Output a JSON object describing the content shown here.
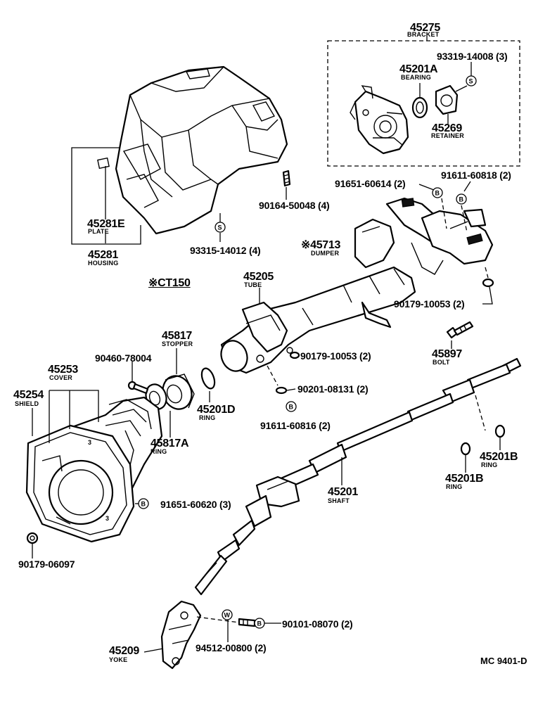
{
  "diagram_code": "MC 9401-D",
  "variant_note": "※CT150",
  "parts": {
    "bracket": {
      "num": "45275",
      "name": "BRACKET"
    },
    "bearing": {
      "num": "45201A",
      "name": "BEARING"
    },
    "bracket_screw": {
      "num": "93319-14008 (3)"
    },
    "retainer": {
      "num": "45269",
      "name": "RETAINER"
    },
    "plate": {
      "num": "45281E",
      "name": "PLATE"
    },
    "housing": {
      "num": "45281",
      "name": "HOUSING"
    },
    "housing_screw_a": {
      "num": "90164-50048 (4)"
    },
    "housing_screw_b": {
      "num": "93315-14012 (4)"
    },
    "bolt_a": {
      "num": "91651-60614 (2)"
    },
    "bolt_b": {
      "num": "91611-60818 (2)"
    },
    "dumper": {
      "num": "※45713",
      "name": "DUMPER"
    },
    "tube": {
      "num": "45205",
      "name": "TUBE"
    },
    "nut_a": {
      "num": "90179-10053 (2)"
    },
    "nut_b": {
      "num": "90179-10053 (2)"
    },
    "bolt_45897": {
      "num": "45897",
      "name": "BOLT"
    },
    "washer": {
      "num": "90201-08131 (2)"
    },
    "bolt_c": {
      "num": "91611-60816 (2)"
    },
    "stopper": {
      "num": "45817",
      "name": "STOPPER"
    },
    "screw_stopper": {
      "num": "90460-78004"
    },
    "cover": {
      "num": "45253",
      "name": "COVER"
    },
    "shield": {
      "num": "45254",
      "name": "SHIELD"
    },
    "ring_d": {
      "num": "45201D",
      "name": "RING"
    },
    "ring_a": {
      "num": "45817A",
      "name": "RING"
    },
    "bolt_shield": {
      "num": "91651-60620 (3)"
    },
    "nut_shield": {
      "num": "90179-06097"
    },
    "ring_b1": {
      "num": "45201B",
      "name": "RING"
    },
    "ring_b2": {
      "num": "45201B",
      "name": "RING"
    },
    "shaft": {
      "num": "45201",
      "name": "SHAFT"
    },
    "yoke_bolt": {
      "num": "90101-08070 (2)"
    },
    "yoke_washer": {
      "num": "94512-00800 (2)"
    },
    "yoke": {
      "num": "45209",
      "name": "YOKE"
    }
  },
  "symbols": {
    "s": "S",
    "b": "B",
    "w": "W"
  },
  "icons": [
    "screw-icon",
    "bolt-icon",
    "washer-icon"
  ]
}
